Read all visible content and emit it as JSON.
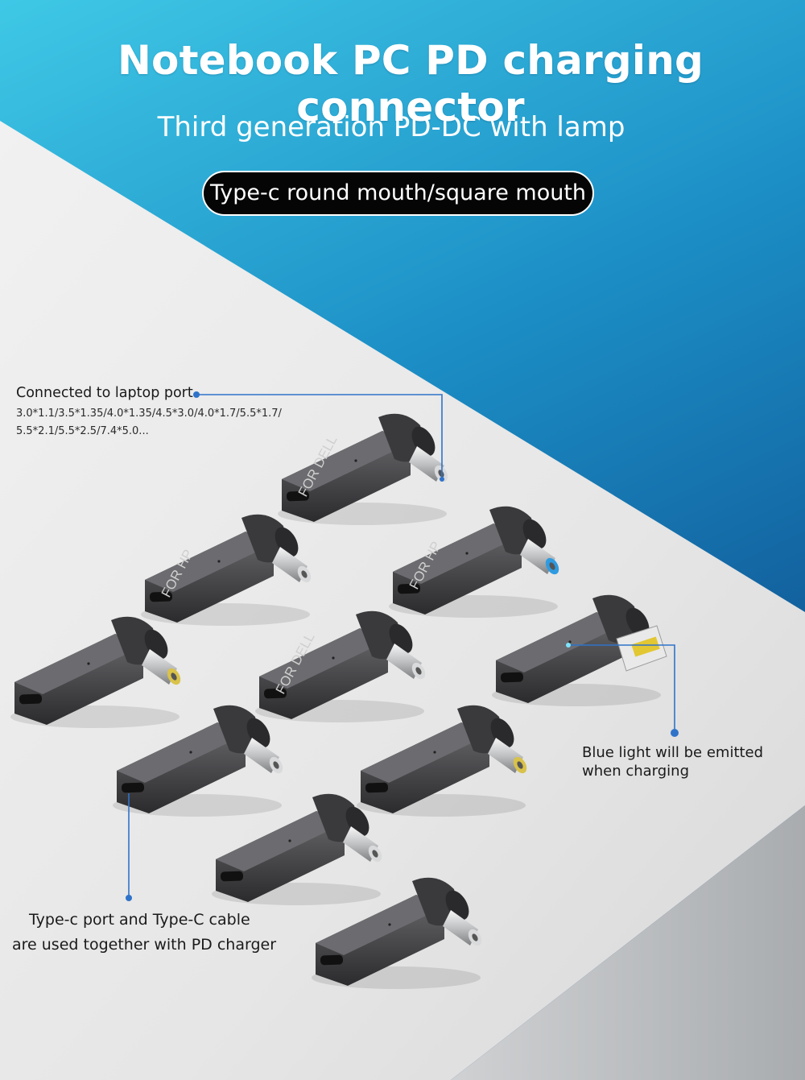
{
  "header": {
    "title": "Notebook PC PD charging connector",
    "subtitle": "Third generation PD-DC with lamp",
    "pill_label": "Type-c round mouth/square mouth"
  },
  "callouts": {
    "laptop_port": "Connected to laptop port",
    "laptop_port_sizes_1": "3.0*1.1/3.5*1.35/4.0*1.35/4.5*3.0/4.0*1.7/5.5*1.7/",
    "laptop_port_sizes_2": "5.5*2.1/5.5*2.5/7.4*5.0...",
    "blue_light": "Blue light will be emitted when charging",
    "typec_port_line1": "Type-c port and Type-C cable",
    "typec_port_line2": "are used together with PD charger"
  },
  "connectors": [
    {
      "label": "FOR DELL",
      "tip": "silver"
    },
    {
      "label": "FOR HP",
      "tip": "silver"
    },
    {
      "label": "FOR HP",
      "tip": "blue"
    },
    {
      "label": "",
      "tip": "yellow"
    },
    {
      "label": "FOR DELL",
      "tip": "silver"
    },
    {
      "label": "",
      "tip": "square-yellow"
    },
    {
      "label": "",
      "tip": "silver"
    },
    {
      "label": "",
      "tip": "yellow"
    },
    {
      "label": "",
      "tip": "silver"
    },
    {
      "label": "",
      "tip": "silver"
    }
  ],
  "colors": {
    "sky_top": "#3fc4e3",
    "sky_bottom": "#0f4f8e",
    "callout_line": "#2f73c9",
    "body_metal": "#4a4a4c",
    "pill_bg": "#050505"
  }
}
